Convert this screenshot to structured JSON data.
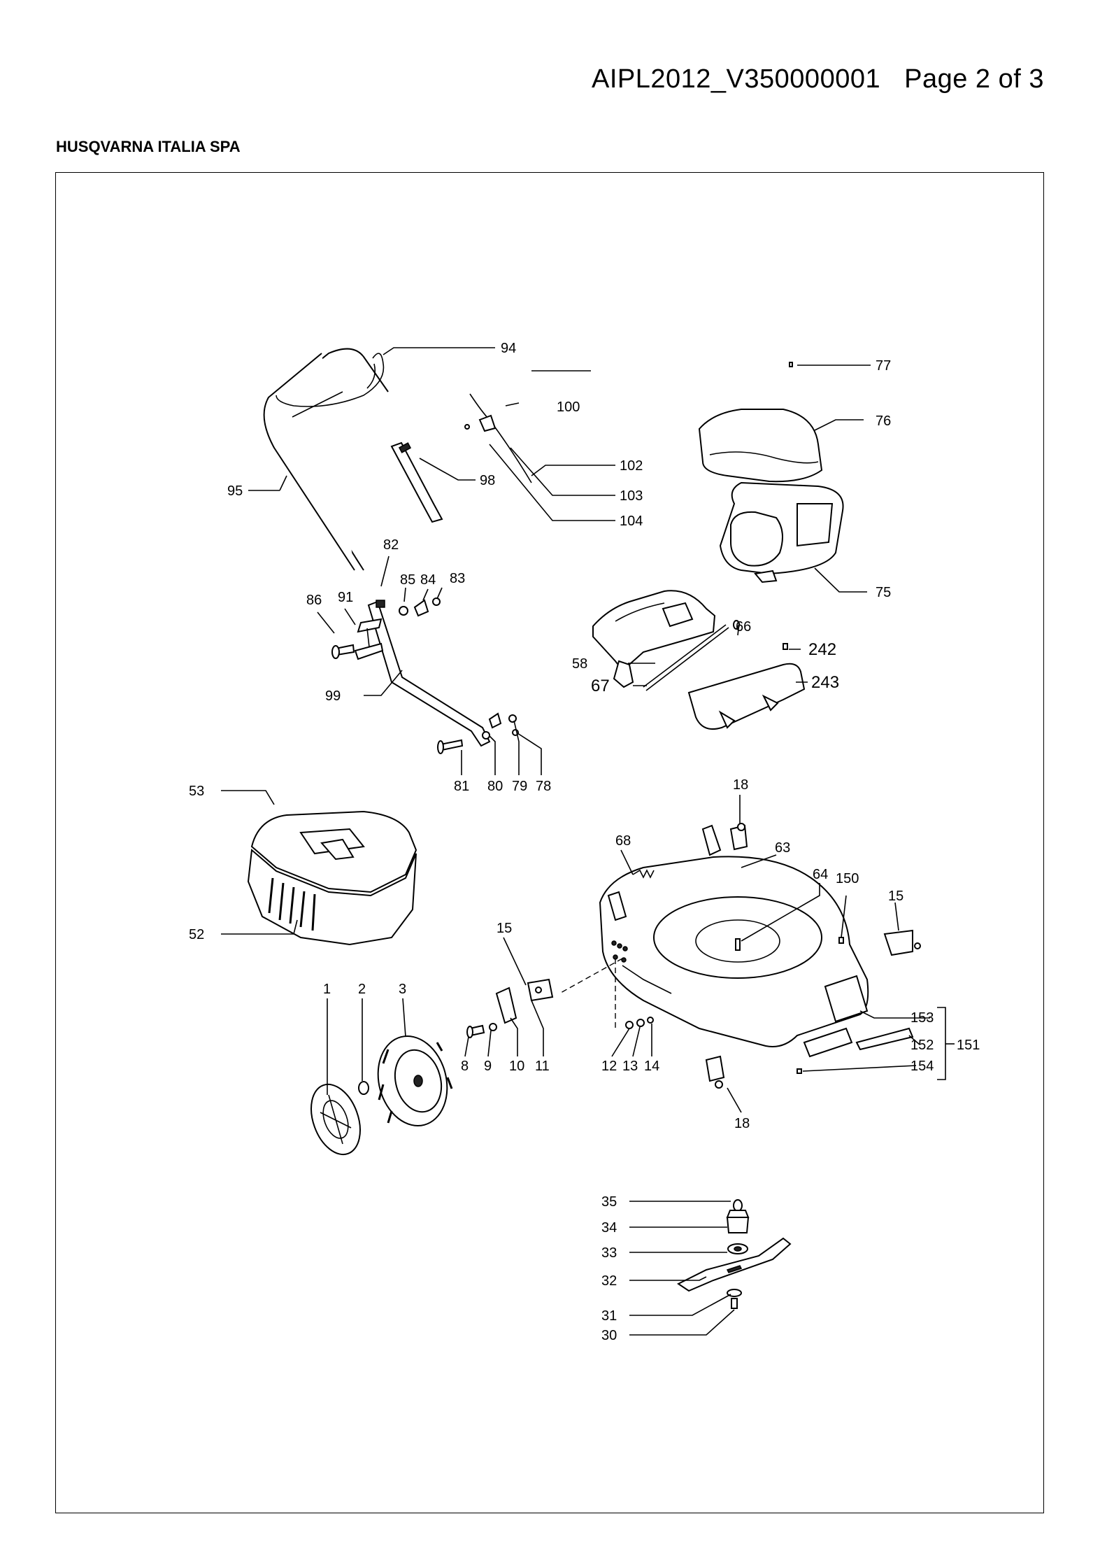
{
  "header": {
    "document_code": "AIPL2012_V350000001",
    "page_label": "Page 2 of 3",
    "company": "HUSQVARNA ITALIA SPA"
  },
  "callouts": {
    "c1": "1",
    "c2": "2",
    "c3": "3",
    "c8": "8",
    "c9": "9",
    "c10": "10",
    "c11": "11",
    "c12": "12",
    "c13": "13",
    "c14": "14",
    "c15a": "15",
    "c15b": "15",
    "c18a": "18",
    "c18b": "18",
    "c30": "30",
    "c31": "31",
    "c32": "32",
    "c33": "33",
    "c34": "34",
    "c35": "35",
    "c52": "52",
    "c53": "53",
    "c58": "58",
    "c63": "63",
    "c64": "64",
    "c66": "66",
    "c67": "67",
    "c68": "68",
    "c75": "75",
    "c76": "76",
    "c77": "77",
    "c78": "78",
    "c79": "79",
    "c80": "80",
    "c81": "81",
    "c82": "82",
    "c83": "83",
    "c84": "84",
    "c85": "85",
    "c86": "86",
    "c91": "91",
    "c94": "94",
    "c95": "95",
    "c98": "98",
    "c99": "99",
    "c100": "100",
    "c102": "102",
    "c103": "103",
    "c104": "104",
    "c150": "150",
    "c151": "151",
    "c152": "152",
    "c153": "153",
    "c154": "154",
    "c242": "242",
    "c243": "243"
  }
}
